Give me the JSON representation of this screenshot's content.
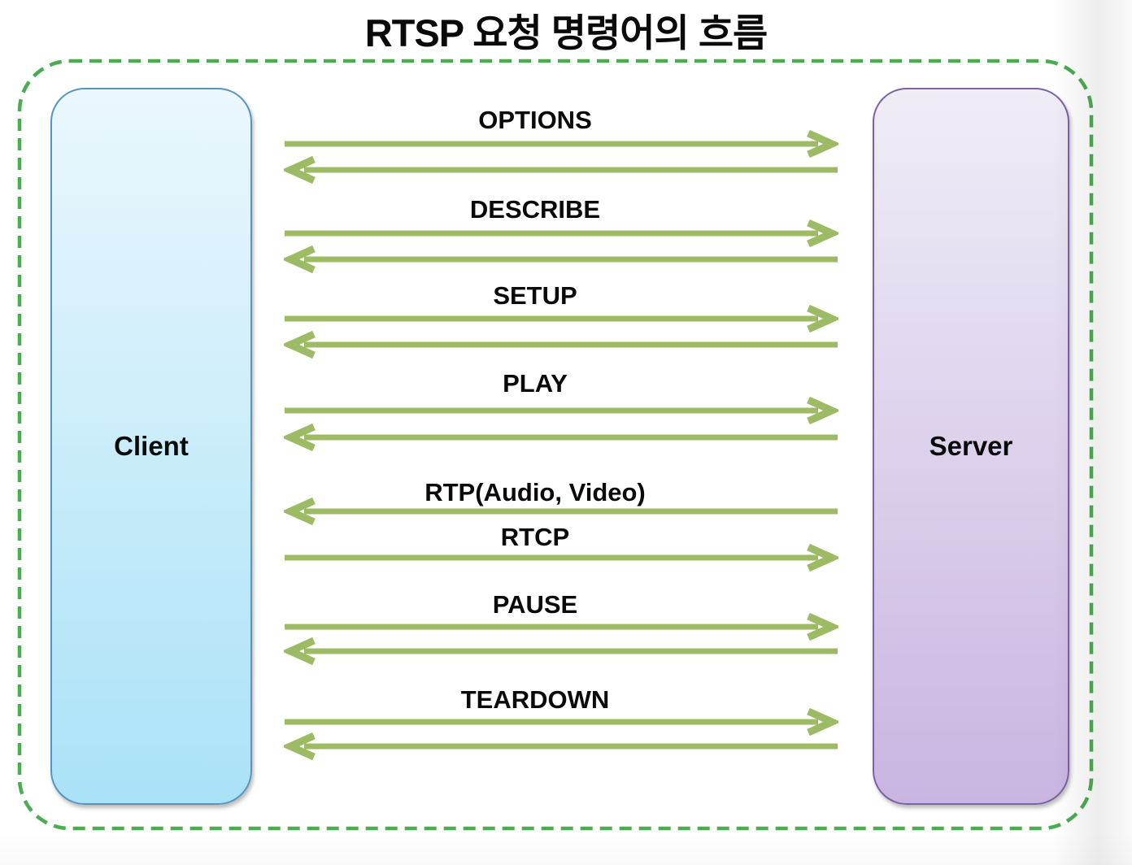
{
  "title": "RTSP 요청 명령어의 흐름",
  "nodes": {
    "client": "Client",
    "server": "Server"
  },
  "colors": {
    "arrow": "#9CBB64",
    "dashed_border": "#4BAC51",
    "client_border": "#5795BE",
    "client_fill_top": "#EBF7FD",
    "client_fill_bottom": "#AAE2F7",
    "server_border": "#7B61A6",
    "server_fill_top": "#F0EDF7",
    "server_fill_bottom": "#C9B5E1",
    "label_text": "#0A0A0A"
  },
  "messages": [
    {
      "label": "OPTIONS",
      "arrows": [
        "right",
        "left"
      ]
    },
    {
      "label": "DESCRIBE",
      "arrows": [
        "right",
        "left"
      ]
    },
    {
      "label": "SETUP",
      "arrows": [
        "right",
        "left"
      ]
    },
    {
      "label": "PLAY",
      "arrows": [
        "right",
        "left"
      ]
    },
    {
      "label": "RTP(Audio, Video)",
      "arrows": [
        "left"
      ]
    },
    {
      "label": "RTCP",
      "arrows": [
        "right"
      ]
    },
    {
      "label": "PAUSE",
      "arrows": [
        "right",
        "left"
      ]
    },
    {
      "label": "TEARDOWN",
      "arrows": [
        "right",
        "left"
      ]
    }
  ]
}
